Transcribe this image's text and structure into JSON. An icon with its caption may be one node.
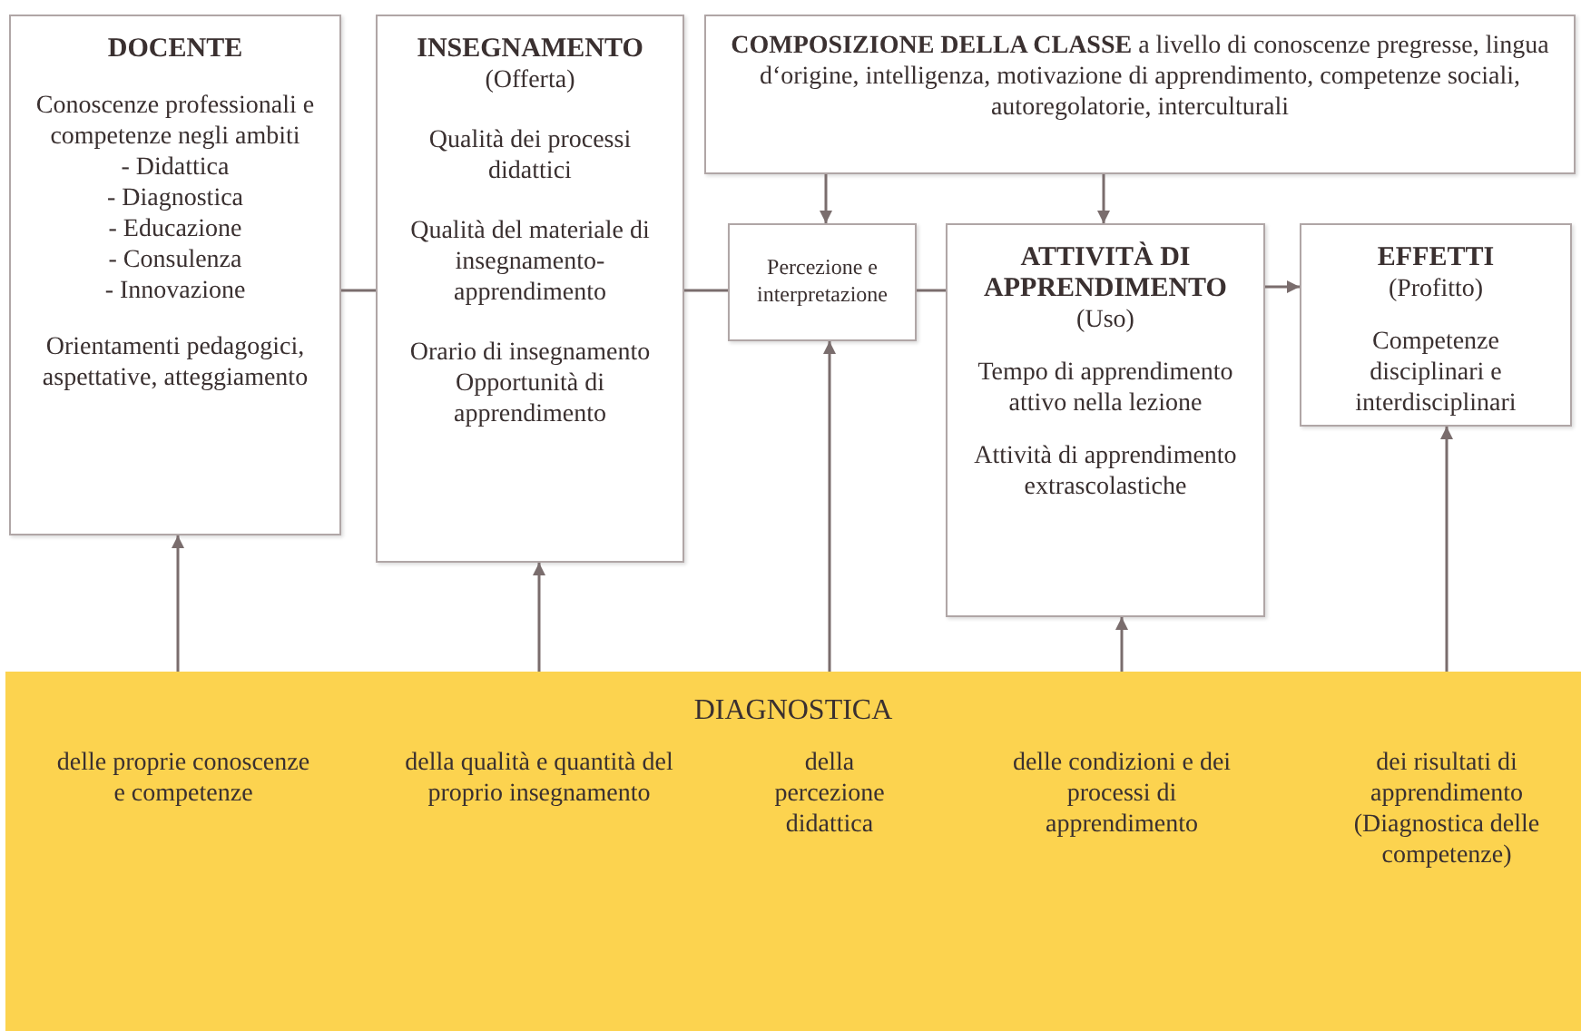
{
  "diagram": {
    "nodes": [
      {
        "text": [
          "DOCENTE",
          "Conoscenze professionali e competenze negli ambiti",
          "- Didattica",
          "- Diagnostica",
          "- Educazione",
          "- Consulenza",
          "- Innovazione",
          "Orientamenti pedagogici, aspettative, atteggiamento"
        ]
      },
      {
        "text": [
          "INSEGNAMENTO",
          "(Offerta)",
          "Qualità dei processi didattici",
          "Qualità del materiale di insegnamento-apprendimento",
          "Orario di insegnamento",
          "Opportunità di apprendimento"
        ]
      },
      {
        "text": [
          "**COMPOSIZIONE DELLA CLASSE** a livello di conoscenze pregresse, lingua d‘origine, intelligenza, motivazione di apprendimento, competenze sociali, autoregolatorie, interculturali"
        ]
      },
      {
        "text": [
          "Percezione e interpretazione"
        ]
      },
      {
        "text": [
          "ATTIVITÀ DI APPRENDIMENTO",
          "(Uso)",
          "Tempo di apprendimento attivo nella lezione",
          "Attività di apprendimento extrascolastiche"
        ]
      },
      {
        "text": [
          "EFFETTI",
          "(Profitto)",
          "Competenze disciplinari e interdisciplinari"
        ]
      },
      {
        "text": [
          "DIAGNOSTICA"
        ]
      },
      {
        "text": [
          "delle proprie conoscenze e competenze"
        ],
        "in": 6
      },
      {
        "text": [
          "della qualità e quantità del proprio insegnamento"
        ],
        "in": 6
      },
      {
        "text": [
          "della percezione didattica"
        ],
        "in": 6
      },
      {
        "text": [
          "delle condizioni e dei processi di apprendimento"
        ],
        "in": 6
      },
      {
        "text": [
          "dei risultati di apprendimento (Diagnostica delle competenze)"
        ],
        "in": 6
      }
    ],
    "edges": [
      {
        "from": 0,
        "to": 1,
        "arrow": "none"
      },
      {
        "from": 1,
        "to": 3,
        "arrow": "none"
      },
      {
        "from": 3,
        "to": 4,
        "arrow": "none"
      },
      {
        "from": 4,
        "to": 5,
        "arrow": "to"
      },
      {
        "from": 2,
        "to": 3,
        "arrow": "to"
      },
      {
        "from": 2,
        "to": 4,
        "arrow": "to"
      },
      {
        "from": 6,
        "to": 0,
        "arrow": "to"
      },
      {
        "from": 6,
        "to": 1,
        "arrow": "to"
      },
      {
        "from": 6,
        "to": 3,
        "arrow": "to"
      },
      {
        "from": 6,
        "to": 4,
        "arrow": "to"
      },
      {
        "from": 6,
        "to": 5,
        "arrow": "to"
      }
    ]
  }
}
